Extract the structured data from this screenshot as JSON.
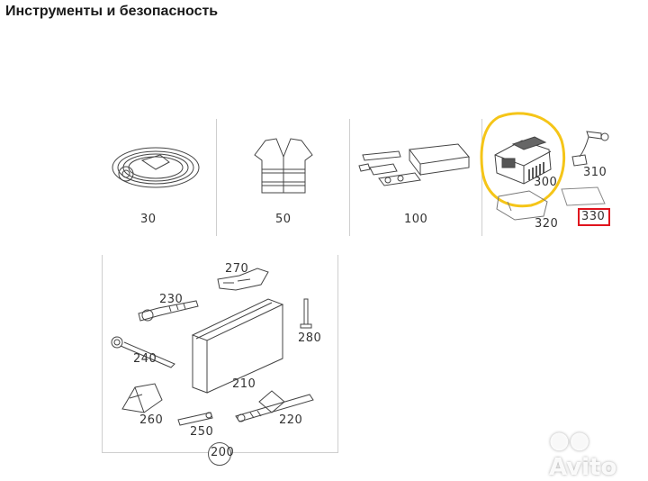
{
  "title": "Инструменты и безопасность",
  "watermark": "Avito",
  "parts": {
    "p30": "30",
    "p50": "50",
    "p100": "100",
    "p300": "300",
    "p310": "310",
    "p320": "320",
    "p330": "330",
    "p200": "200",
    "p210": "210",
    "p220": "220",
    "p230": "230",
    "p240": "240",
    "p250": "250",
    "p260": "260",
    "p270": "270",
    "p280": "280"
  },
  "colors": {
    "highlight_circle": "#f5c518",
    "highlight_box": "#e0141e",
    "divider": "#cfcfcf",
    "line_art": "#444444"
  }
}
